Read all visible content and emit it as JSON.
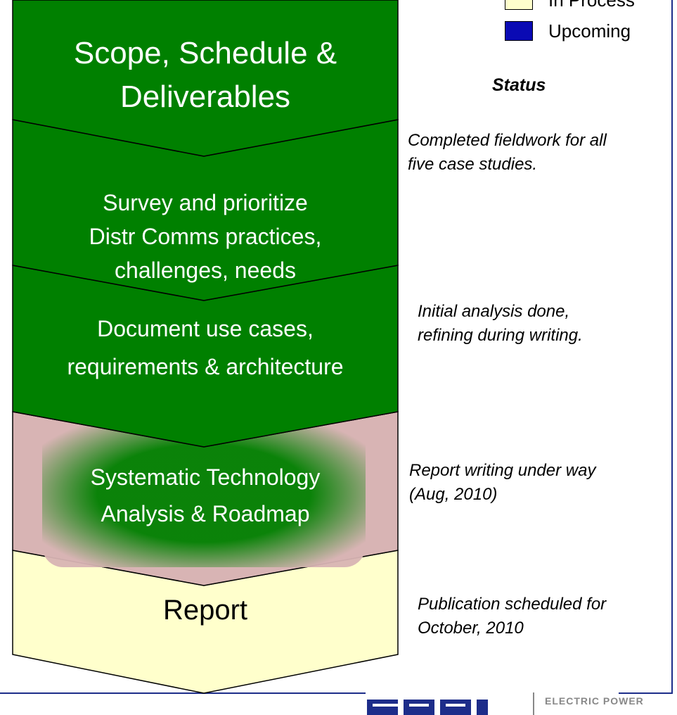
{
  "legend": [
    {
      "label": "In Process",
      "color": "#ffffcc"
    },
    {
      "label": "Upcoming",
      "color": "#0a0ab4"
    }
  ],
  "status_heading": "Status",
  "stages": [
    {
      "text": "Scope, Schedule &\nDeliverables",
      "status": "completed"
    },
    {
      "text": "Survey and prioritize\nDistr Comms practices,\nchallenges, needs",
      "status": "completed"
    },
    {
      "text": "Document use cases,\nrequirements & architecture",
      "status": "completed"
    },
    {
      "text": "Systematic Technology\nAnalysis & Roadmap",
      "status": "in-progress"
    },
    {
      "text": "Report",
      "status": "in-process"
    }
  ],
  "notes": [
    "Completed fieldwork for all\nfive case studies.",
    "Initial analysis done,\nrefining during writing.",
    "Report writing under way\n(Aug, 2010)",
    "Publication scheduled for\nOctober, 2010"
  ],
  "colors": {
    "completed": "#008000",
    "in_process": "#ffffcc",
    "transition": "#d8b4b4",
    "border": "#1d2d8a",
    "logo": "#1d2d8a"
  },
  "logo": {
    "wordmark": "EPRI",
    "tagline": "ELECTRIC POWER"
  }
}
